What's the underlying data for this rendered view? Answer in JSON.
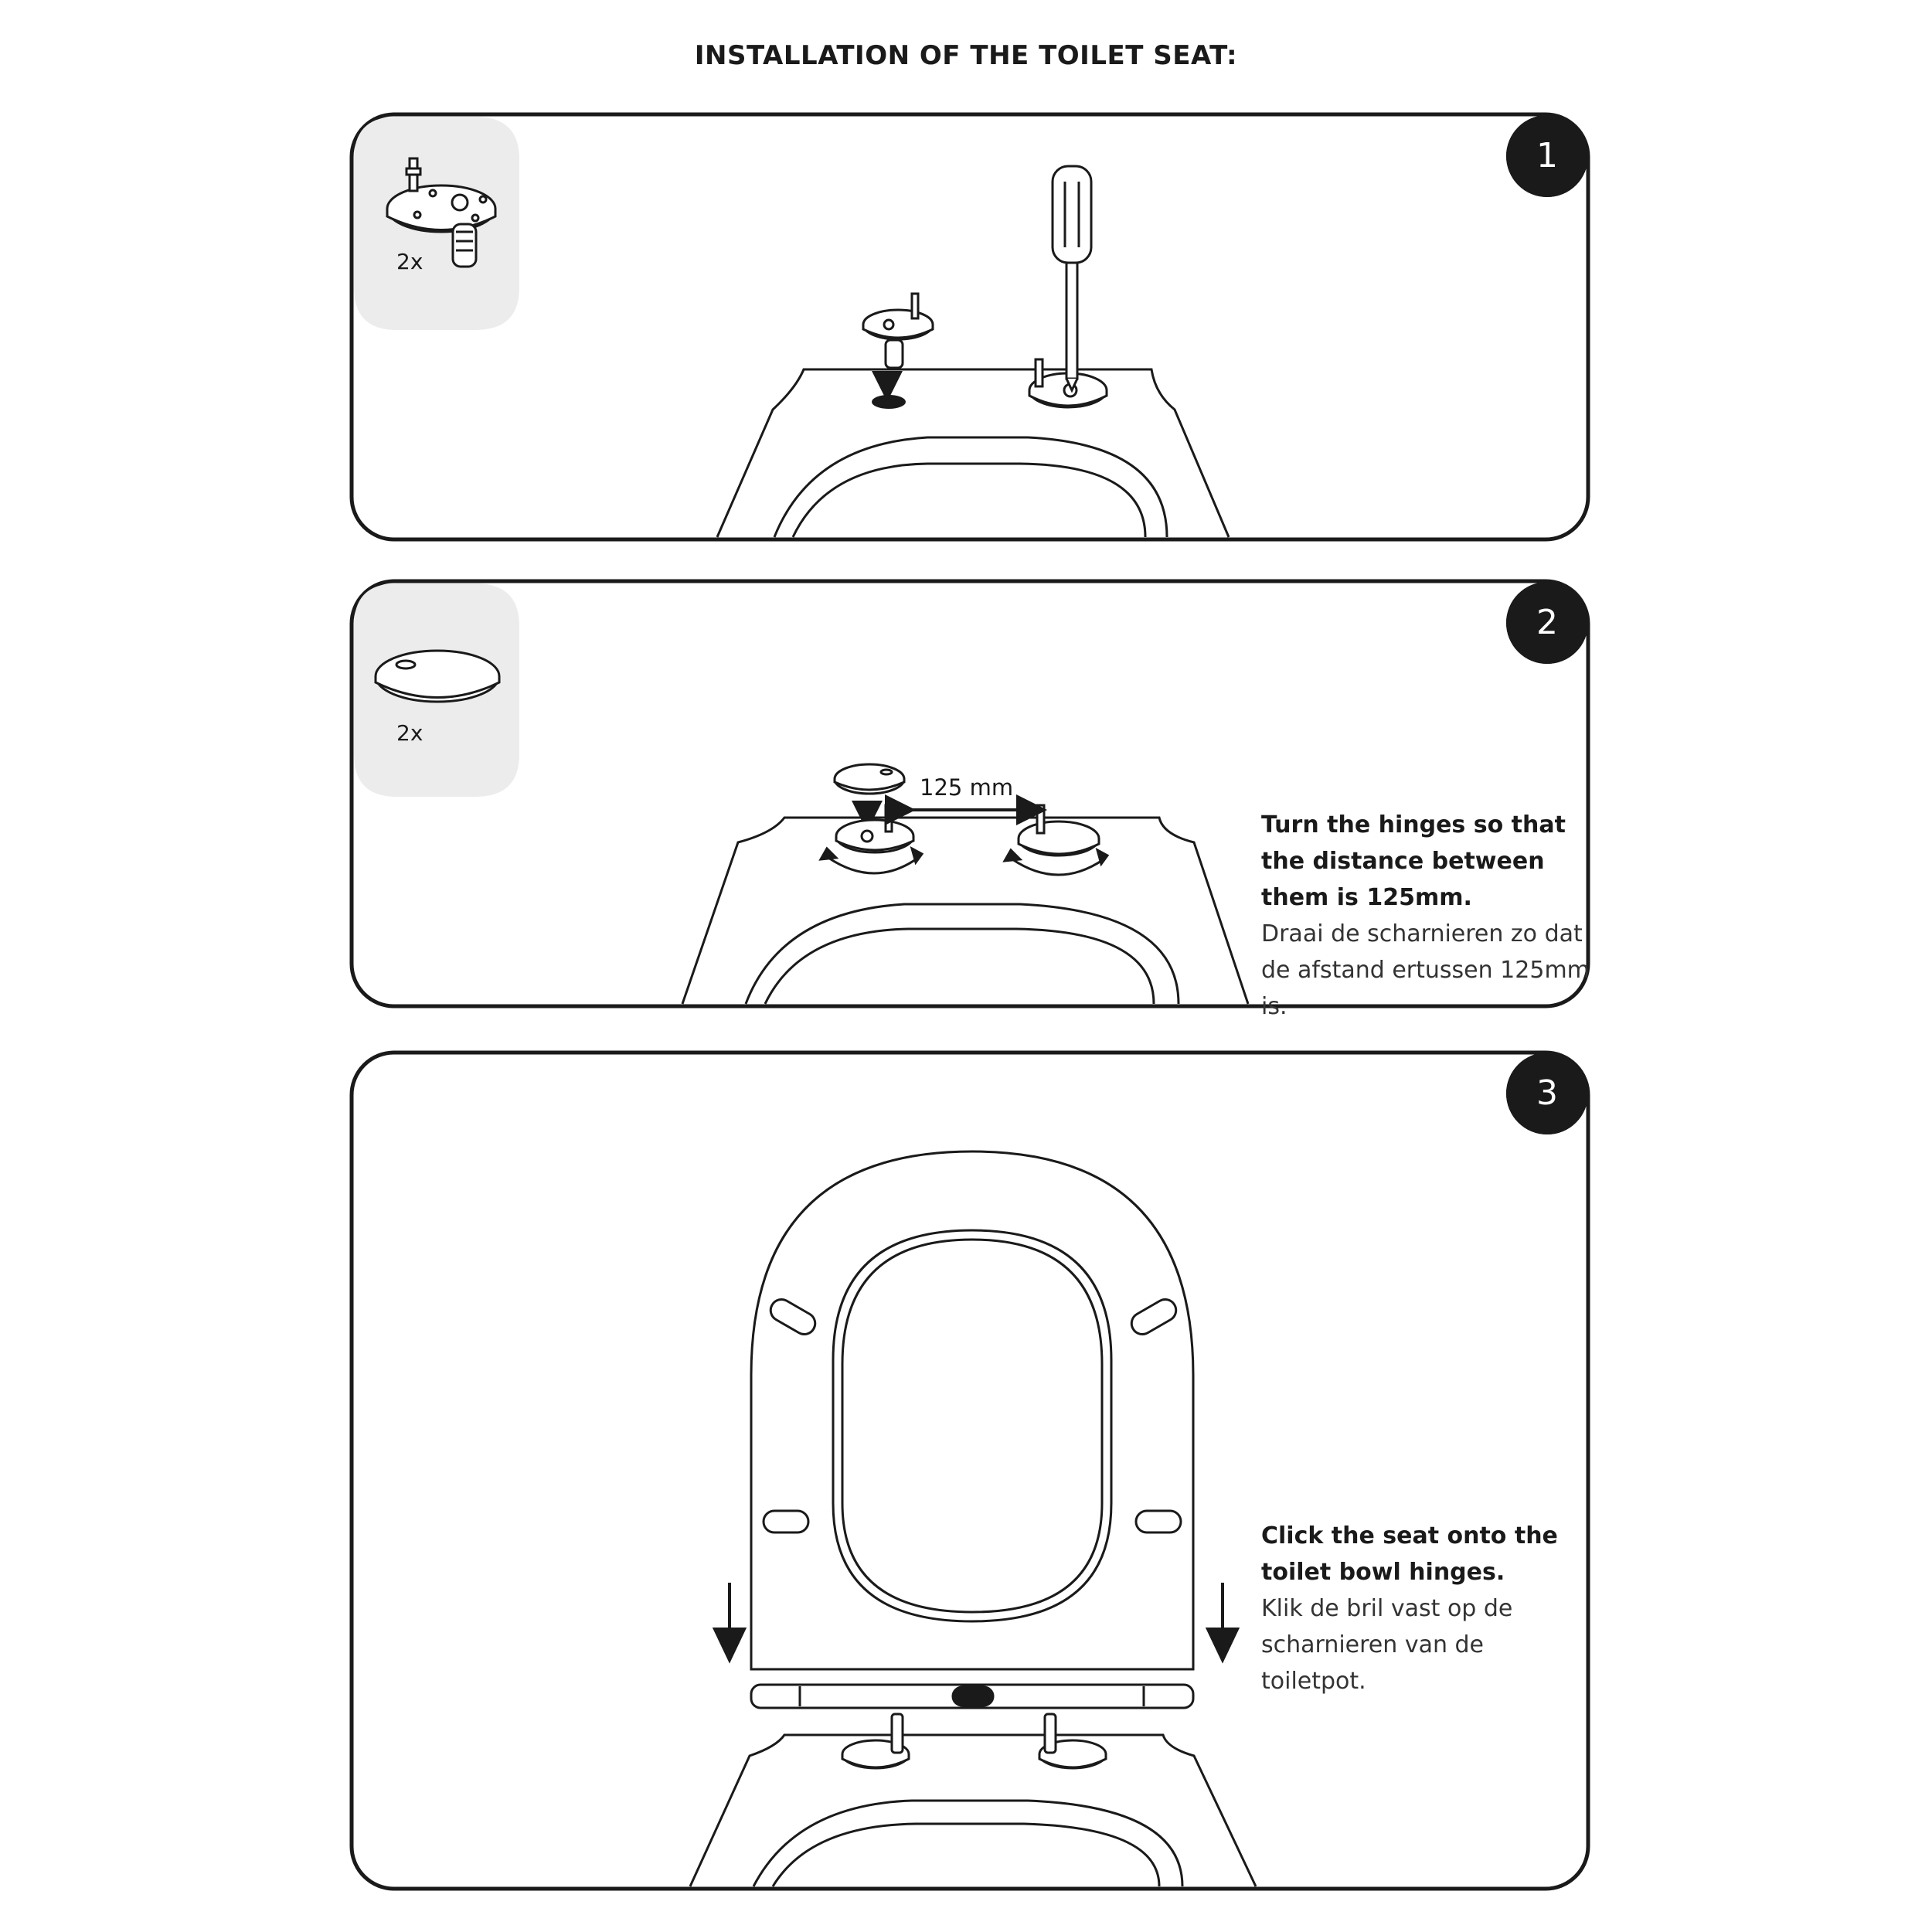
{
  "title": "INSTALLATION OF THE TOILET SEAT:",
  "colors": {
    "stroke": "#1a1a1a",
    "part_panel": "#ececec",
    "badge": "#1a1a1a",
    "badge_text": "#ffffff"
  },
  "steps": [
    {
      "number": "1",
      "part_quantity": "2x",
      "part_icon": "hinge-base-icon",
      "tool_icon": "screwdriver-icon"
    },
    {
      "number": "2",
      "part_quantity": "2x",
      "part_icon": "cover-cap-icon",
      "dimension_label": "125 mm",
      "instruction_en": "Turn the hinges so that the distance between them is 125mm.",
      "instruction_nl": "Draai de scharnieren zo dat de afstand ertussen 125mm is."
    },
    {
      "number": "3",
      "seat_icon": "toilet-seat-icon",
      "instruction_en": "Click the seat onto the toilet bowl hinges.",
      "instruction_nl": "Klik de bril vast op de scharnieren van de toiletpot."
    }
  ]
}
